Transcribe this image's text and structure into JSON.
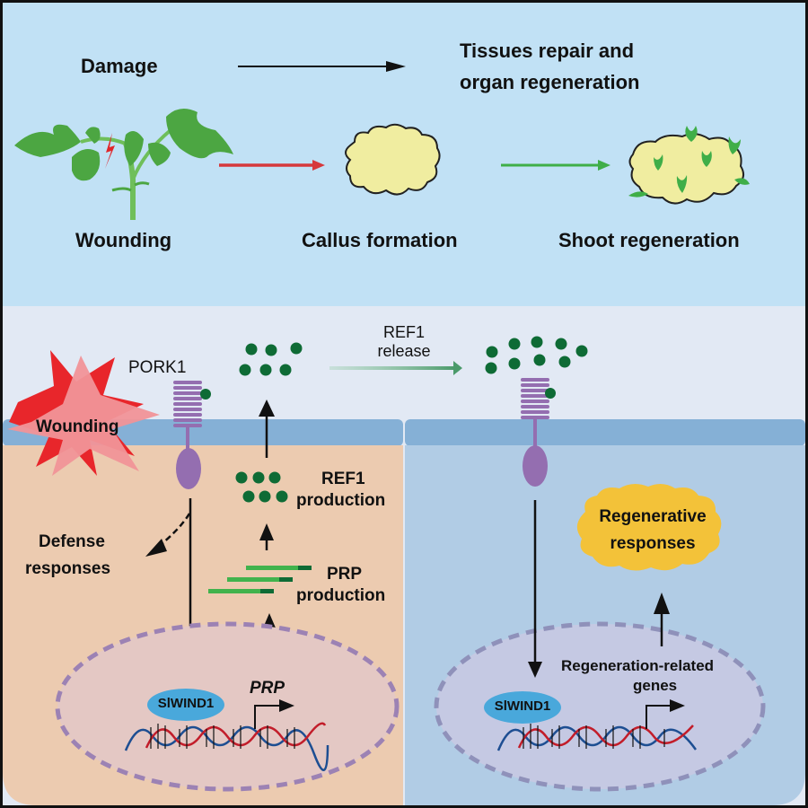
{
  "top_panel": {
    "damage_label": "Damage",
    "outcome_label_line1": "Tissues repair and",
    "outcome_label_line2": "organ regeneration",
    "stages": [
      {
        "label": "Wounding",
        "icon": "tomato-plant-icon"
      },
      {
        "label": "Callus formation",
        "icon": "callus-icon"
      },
      {
        "label": "Shoot regeneration",
        "icon": "callus-with-shoots-icon"
      }
    ]
  },
  "bottom_panel": {
    "receptor_label": "PORK1",
    "wound_label": "Wounding",
    "release_label_line1": "REF1",
    "release_label_line2": "release",
    "ref1_production_line1": "REF1",
    "ref1_production_line2": "production",
    "prp_production_line1": "PRP",
    "prp_production_line2": "production",
    "defense_line1": "Defense",
    "defense_line2": "responses",
    "tf_left": "SlWIND1",
    "gene_left": "PRP",
    "tf_right": "SlWIND1",
    "genes_right_line1": "Regeneration-related",
    "genes_right_line2": "genes",
    "regenerative_line1": "Regenerative",
    "regenerative_line2": "responses"
  },
  "colors": {
    "top_bg": "#c1e1f5",
    "extracellular_bg": "#e2e9f4",
    "membrane": "#85b0d6",
    "left_cell": "#eccbb0",
    "right_cell": "#b1cce5",
    "peptide": "#0e6b35",
    "receptor": "#946eb0",
    "wound_red": "#e8262b",
    "wound_pink": "#f19498",
    "callus": "#f0eda0",
    "cloud": "#f3c239",
    "tf": "#49a8db"
  }
}
